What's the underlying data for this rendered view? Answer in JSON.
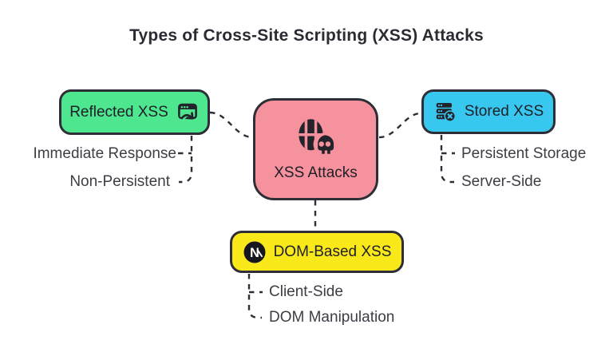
{
  "title": "Types of Cross-Site Scripting (XSS) Attacks",
  "center": {
    "label": "XSS Attacks",
    "icon": "web-skull-icon",
    "color": "#f6929d"
  },
  "branches": [
    {
      "id": "reflected",
      "label": "Reflected XSS",
      "icon": "browser-redirect-icon",
      "color": "#4ee68e",
      "children": [
        "Immediate Response",
        "Non-Persistent"
      ]
    },
    {
      "id": "stored",
      "label": "Stored XSS",
      "icon": "server-error-icon",
      "color": "#38c8ef",
      "children": [
        "Persistent Storage",
        "Server-Side"
      ]
    },
    {
      "id": "dom",
      "label": "DOM-Based XSS",
      "icon": "n-logo-icon",
      "color": "#f9e81a",
      "children": [
        "Client-Side",
        "DOM Manipulation"
      ]
    }
  ],
  "colors": {
    "background": "#ffffff",
    "ink": "#2e2e38",
    "title": "#2b2b33",
    "sublabel": "#3d3d46",
    "reflected": "#4ee68e",
    "stored": "#38c8ef",
    "dom": "#f9e81a",
    "center": "#f6929d",
    "icon_dark": "#23232b"
  },
  "connector_style": "dashed"
}
